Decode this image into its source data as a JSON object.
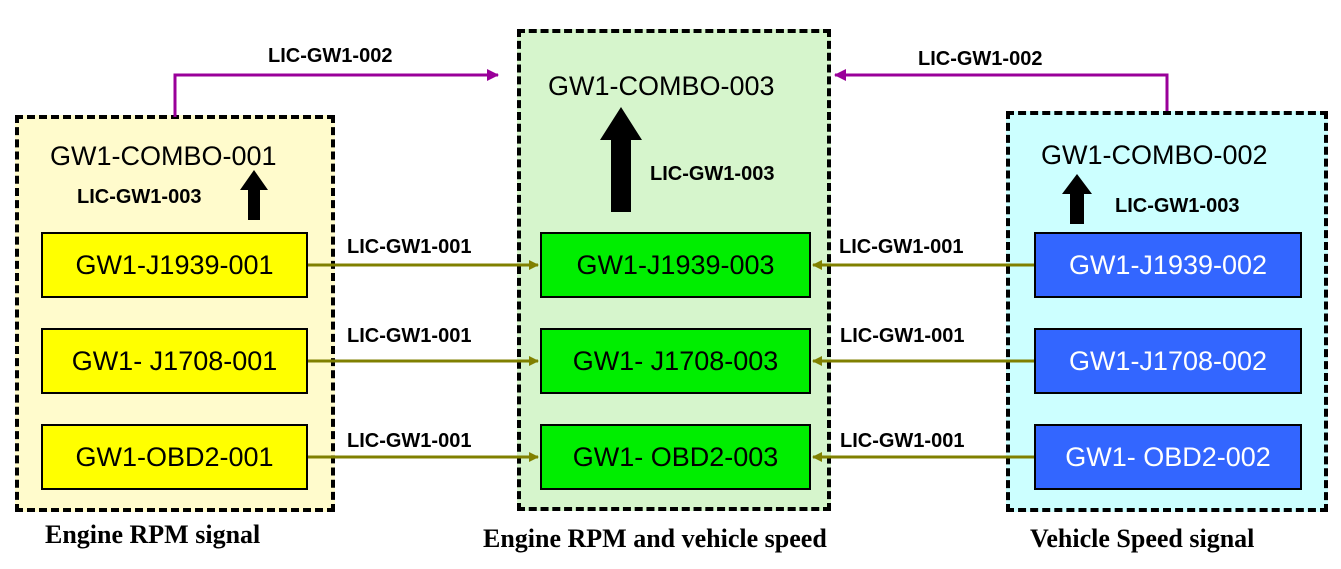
{
  "groups": {
    "left": {
      "combo": "GW1-COMBO-001",
      "combo_license": "LIC-GW1-003",
      "boxes": [
        "GW1-J1939-001",
        "GW1- J1708-001",
        "GW1-OBD2-001"
      ],
      "caption": "Engine RPM signal",
      "fill": "#fffbcc",
      "box_fill": "#ffff00",
      "box_text": "#000000"
    },
    "center": {
      "combo": "GW1-COMBO-003",
      "combo_license": "LIC-GW1-003",
      "boxes": [
        "GW1-J1939-003",
        "GW1- J1708-003",
        "GW1- OBD2-003"
      ],
      "caption": "Engine RPM and vehicle speed",
      "fill": "#d6f5cc",
      "box_fill": "#00ee00",
      "box_text": "#000000"
    },
    "right": {
      "combo": "GW1-COMBO-002",
      "combo_license": "LIC-GW1-003",
      "boxes": [
        "GW1-J1939-002",
        "GW1-J1708-002",
        "GW1- OBD2-002"
      ],
      "caption": "Vehicle Speed signal",
      "fill": "#ccffff",
      "box_fill": "#3366ff",
      "box_text": "#ffffff"
    }
  },
  "links": {
    "combo_left": "LIC-GW1-002",
    "combo_right": "LIC-GW1-002",
    "left_rows": [
      "LIC-GW1-001",
      "LIC-GW1-001",
      "LIC-GW1-001"
    ],
    "right_rows": [
      "LIC-GW1-001",
      "LIC-GW1-001",
      "LIC-GW1-001"
    ]
  },
  "colors": {
    "row_arrow": "#808000",
    "combo_arrow": "#990099"
  }
}
